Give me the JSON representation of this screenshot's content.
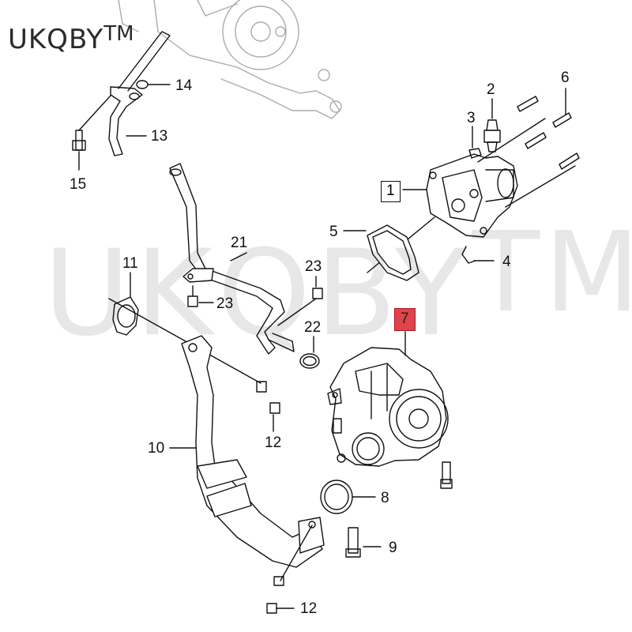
{
  "brand": {
    "name": "UKQBY",
    "tm": "TM"
  },
  "watermark": {
    "name": "UKQBY",
    "tm": "TM"
  },
  "callouts": [
    {
      "label": "1",
      "style": "boxed"
    },
    {
      "label": "2"
    },
    {
      "label": "3"
    },
    {
      "label": "4"
    },
    {
      "label": "5"
    },
    {
      "label": "6"
    },
    {
      "label": "7",
      "style": "highlighted"
    },
    {
      "label": "8"
    },
    {
      "label": "9"
    },
    {
      "label": "10"
    },
    {
      "label": "11"
    },
    {
      "label": "12"
    },
    {
      "label": "12"
    },
    {
      "label": "13"
    },
    {
      "label": "14"
    },
    {
      "label": "15"
    },
    {
      "label": "21"
    },
    {
      "label": "22"
    },
    {
      "label": "23"
    },
    {
      "label": "23"
    }
  ],
  "colors": {
    "highlight_fill": "#e0434b",
    "line": "#111111",
    "part_fill": "#ffffff"
  }
}
